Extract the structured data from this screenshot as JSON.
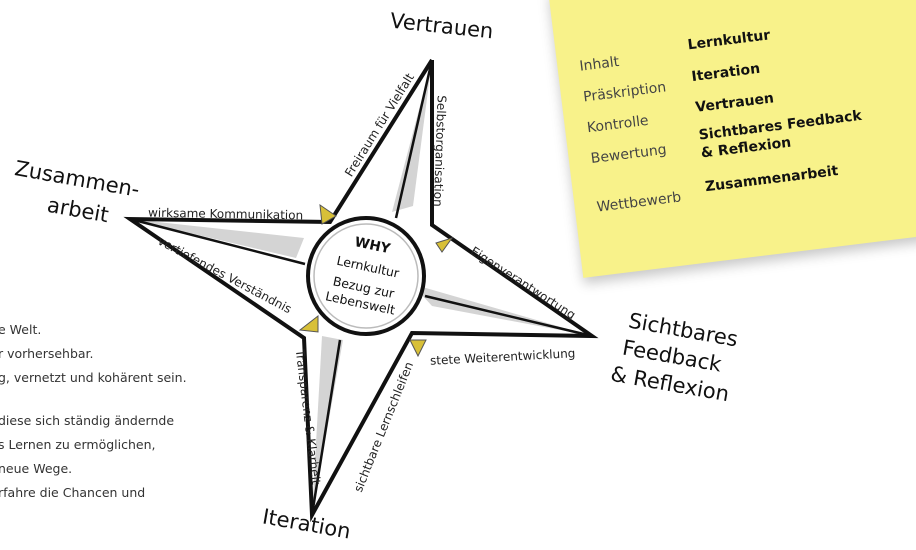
{
  "paragraph": [
    "e Welt.",
    "r vorhersehbar.",
    "g, vernetzt und kohärent sein.",
    "diese sich ständig ändernde",
    "s Lernen zu ermöglichen,",
    "neue Wege.",
    "rfahre die Chancen und"
  ],
  "sticky_note": {
    "rows": [
      {
        "label": "Inhalt",
        "value": "Lernkultur"
      },
      {
        "label": "Präskription",
        "value": "Iteration"
      },
      {
        "label": "Kontrolle",
        "value": "Vertrauen"
      },
      {
        "label": "Bewertung",
        "value": "Sichtbares Feedback",
        "value2": "& Reflexion"
      },
      {
        "label": "Wettbewerb",
        "value": "Zusammenarbeit"
      }
    ]
  },
  "compass": {
    "center": {
      "title": "WHY",
      "line1": "Lernkultur",
      "line2": "Bezug zur",
      "line3": "Lebenswelt"
    },
    "points": {
      "north": "Vertrauen",
      "west_line1": "Zusammen-",
      "west_line2": "arbeit",
      "east_line1": "Sichtbares",
      "east_line2": "Feedback",
      "east_line3": "& Reflexion",
      "south": "Iteration"
    },
    "edges": {
      "north_west": "Freiraum für Vielfalt",
      "north_east": "Selbstorganisation",
      "west_north": "wirksame Kommunikation",
      "west_south": "vertiefendes Verständnis",
      "east_north": "Eigenverantwortung",
      "east_south": "stete Weiterentwicklung",
      "south_west": "Transparenz & Klarheit",
      "south_east": "sichtbare Lernschleifen"
    }
  },
  "colors": {
    "note": "#f8f28a",
    "pin": "#8a6d1f",
    "arrow_tip": "#d8c038",
    "shade": "#d4d4d4"
  }
}
